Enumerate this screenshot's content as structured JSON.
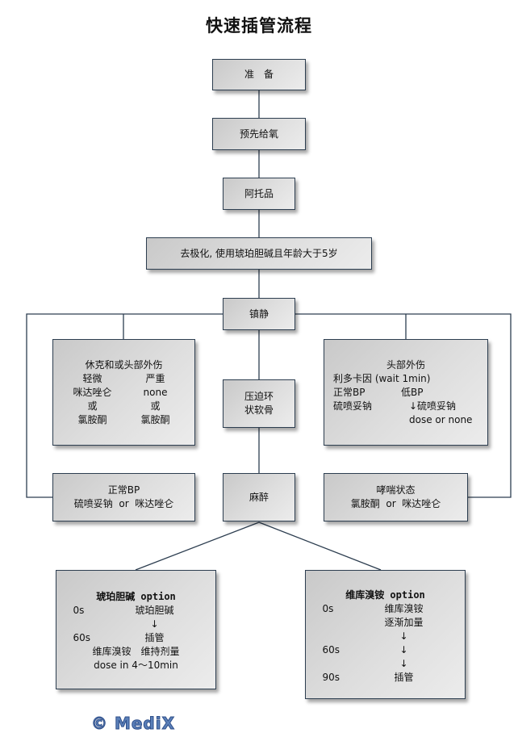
{
  "title": "快速插管流程",
  "colors": {
    "line": "#2d3e50",
    "box_border": "#2d3e50",
    "box_fill": "#dcdcdc",
    "watermark": "#5a7fb8"
  },
  "nodes": {
    "prep": "准　备",
    "preoxygenation": "预先给氧",
    "atropine": "阿托品",
    "depolarization": "去极化, 使用琥珀胆碱且年龄大于5岁",
    "sedation": "镇静",
    "cricoid": [
      "压迫环",
      "状软骨"
    ],
    "anesthesia": "麻醉",
    "shock_head": {
      "heading": "休克和或头部外伤",
      "col_headers": [
        "轻微",
        "严重"
      ],
      "rows": [
        [
          "咪达唑仑",
          "none"
        ],
        [
          "或",
          "或"
        ],
        [
          "氯胺酮",
          "氯胺酮"
        ]
      ]
    },
    "head_injury": {
      "heading": "头部外伤",
      "line1": "利多卡因 (wait 1min)",
      "col_headers": [
        "正常BP",
        "低BP"
      ],
      "rows": [
        [
          "硫喷妥钠",
          "↓硫喷妥钠"
        ],
        [
          "",
          "dose or none"
        ]
      ]
    },
    "normal_bp": [
      "正常BP",
      "硫喷妥钠  or  咪达唑仑"
    ],
    "asthma": [
      "哮喘状态",
      "氯胺酮  or  咪达唑仑"
    ],
    "succinylcholine": {
      "title": "琥珀胆碱 option",
      "rows": [
        [
          "0s",
          "琥珀胆碱"
        ],
        [
          "",
          "↓"
        ],
        [
          "60s",
          "插管"
        ]
      ],
      "line_a": "维库溴铵　维持剂量",
      "line_b": "dose in 4～10min"
    },
    "vecuronium": {
      "title": "维库溴铵 option",
      "rows": [
        [
          "0s",
          "维库溴铵"
        ],
        [
          "",
          "逐渐加量"
        ],
        [
          "",
          "↓"
        ],
        [
          "60s",
          "↓"
        ],
        [
          "",
          "↓"
        ],
        [
          "90s",
          "插管"
        ]
      ]
    }
  },
  "watermark": "© MediX"
}
